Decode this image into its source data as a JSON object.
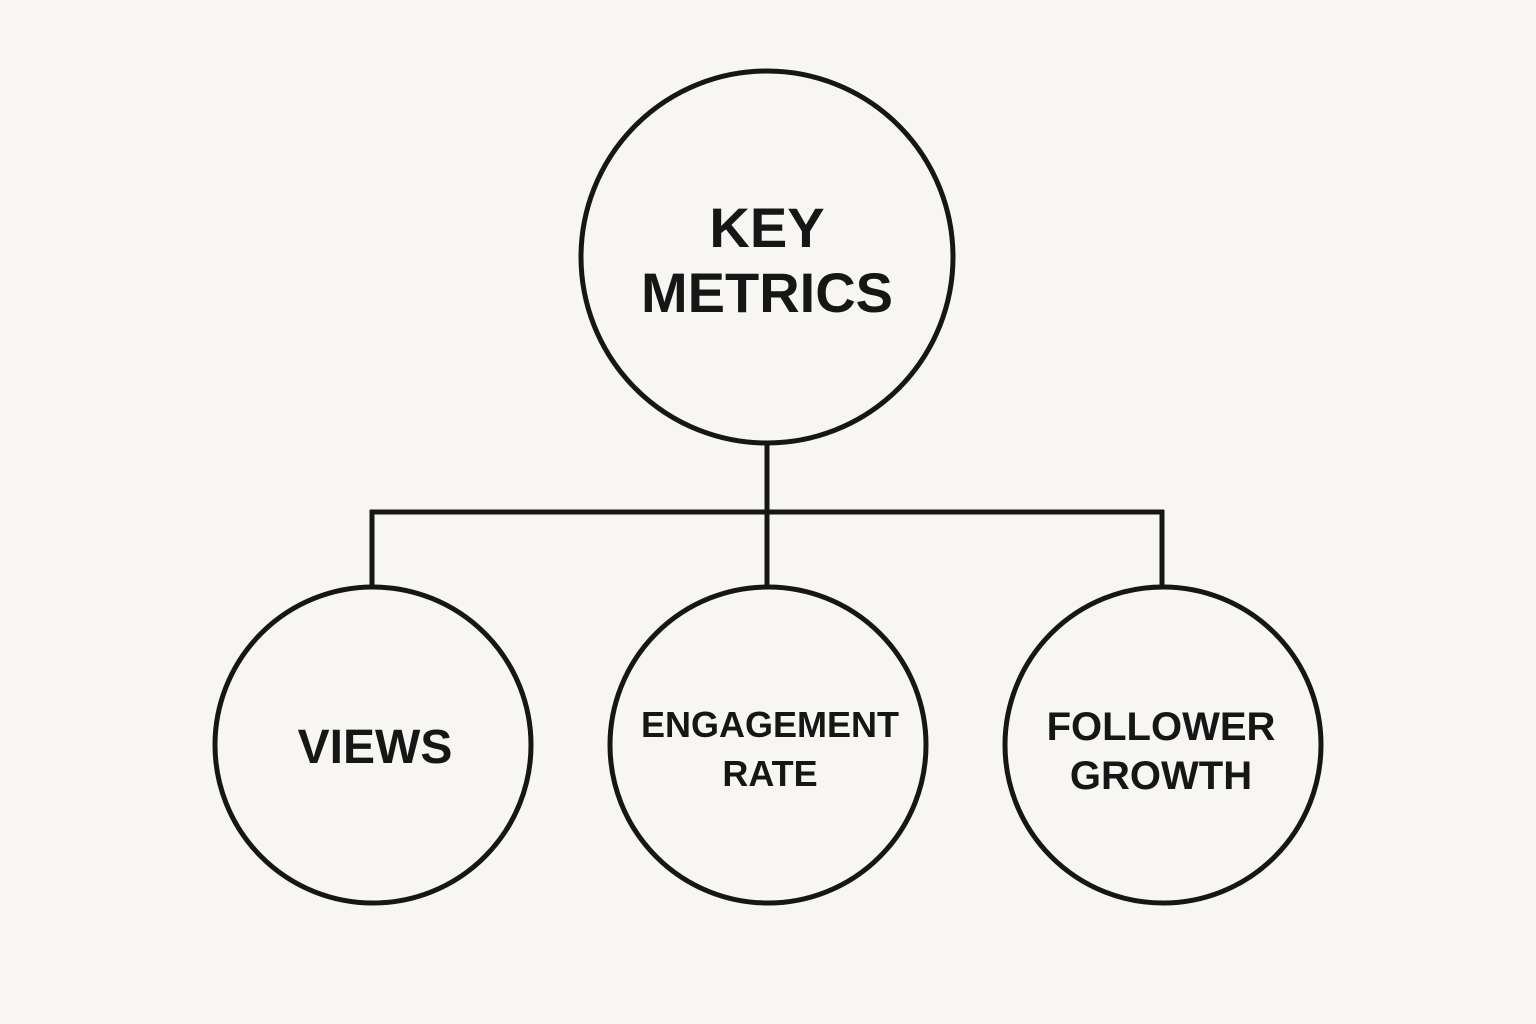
{
  "diagram": {
    "root": {
      "lines": [
        "KEY",
        "METRICS"
      ]
    },
    "children": [
      {
        "lines": [
          "VIEWS"
        ]
      },
      {
        "lines": [
          "ENGAGEMENT",
          "RATE"
        ]
      },
      {
        "lines": [
          "FOLLOWER",
          "GROWTH"
        ]
      }
    ],
    "colors": {
      "background": "#f8f6f2",
      "stroke": "#161616",
      "text": "#161616"
    }
  }
}
